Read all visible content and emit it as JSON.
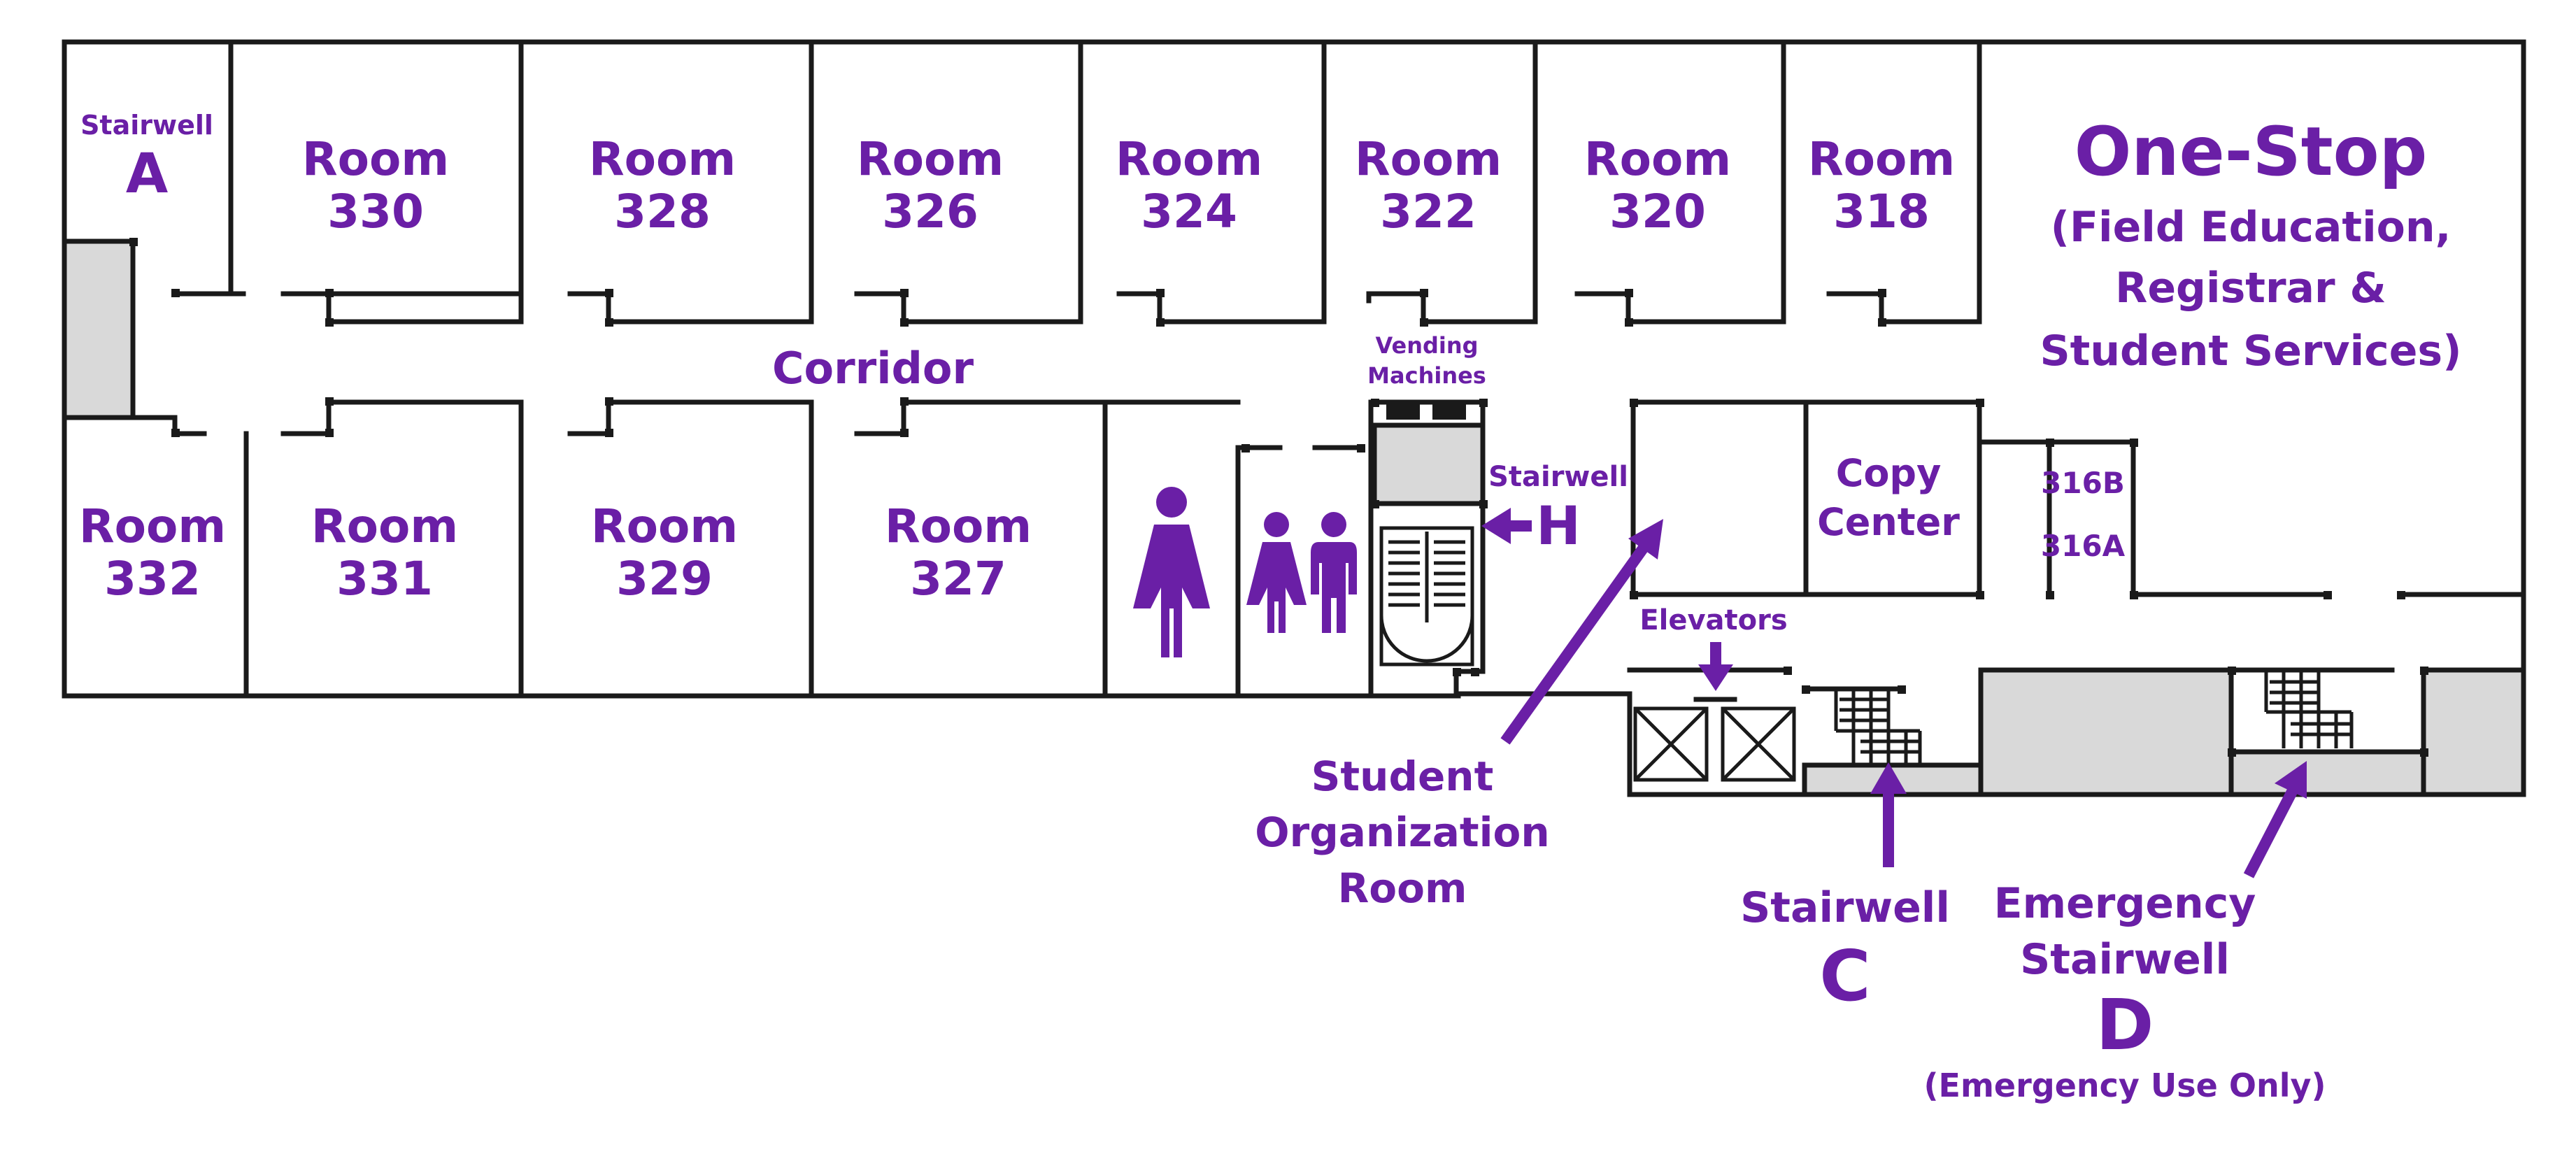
{
  "map": {
    "stairwells": {
      "a": {
        "title": "Stairwell",
        "letter": "A"
      },
      "h": {
        "title": "Stairwell",
        "letter": "H"
      },
      "c": {
        "title": "Stairwell",
        "letter": "C"
      },
      "d": {
        "title1": "Emergency",
        "title2": "Stairwell",
        "letter": "D",
        "note": "(Emergency Use Only)"
      }
    },
    "rooms_top": [
      {
        "word": "Room",
        "number": "330"
      },
      {
        "word": "Room",
        "number": "328"
      },
      {
        "word": "Room",
        "number": "326"
      },
      {
        "word": "Room",
        "number": "324"
      },
      {
        "word": "Room",
        "number": "322"
      },
      {
        "word": "Room",
        "number": "320"
      },
      {
        "word": "Room",
        "number": "318"
      }
    ],
    "rooms_bottom": [
      {
        "word": "Room",
        "number": "332"
      },
      {
        "word": "Room",
        "number": "331"
      },
      {
        "word": "Room",
        "number": "329"
      },
      {
        "word": "Room",
        "number": "327"
      }
    ],
    "one_stop": {
      "title": "One-Stop",
      "line1": "(Field Education,",
      "line2": "Registrar &",
      "line3": "Student Services)"
    },
    "corridor": "Corridor",
    "vending": {
      "line1": "Vending",
      "line2": "Machines"
    },
    "copy_center": {
      "line1": "Copy",
      "line2": "Center"
    },
    "room_316b": "316B",
    "room_316a": "316A",
    "elevators": "Elevators",
    "student_org": {
      "line1": "Student",
      "line2": "Organization",
      "line3": "Room"
    },
    "colors": {
      "accent": "#6a1fa6",
      "wall": "#1a1a1a",
      "fill": "#d9d9d9"
    }
  }
}
